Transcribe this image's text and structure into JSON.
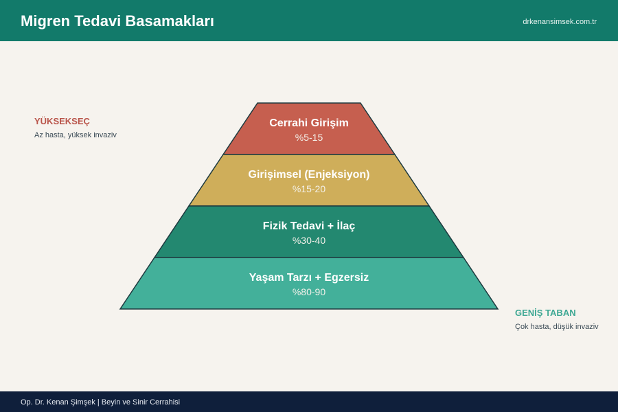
{
  "header": {
    "title": "Migren Tedavi Basamakları",
    "site": "drkenansimsek.com.tr"
  },
  "notes": {
    "top": {
      "label": "YÜKSEKSEÇ",
      "description": "Az hasta, yüksek invaziv"
    },
    "bottom": {
      "label": "GENİŞ TABAN",
      "description": "Çok hasta, düşük invaziv"
    }
  },
  "pyramid": {
    "levels": [
      {
        "title": "Cerrahi Girişim",
        "range": "%5-15",
        "color": "#c65f4f"
      },
      {
        "title": "Girişimsel (Enjeksiyon)",
        "range": "%15-20",
        "color": "#cfae5a"
      },
      {
        "title": "Fizik Tedavi + İlaç",
        "range": "%30-40",
        "color": "#238870"
      },
      {
        "title": "Yaşam Tarzı + Egzersiz",
        "range": "%80-90",
        "color": "#43b09a"
      }
    ],
    "outline_color": "#1e3a3f"
  },
  "footer": {
    "text": "Op. Dr. Kenan Şimşek | Beyin ve Sinir Cerrahisi"
  }
}
